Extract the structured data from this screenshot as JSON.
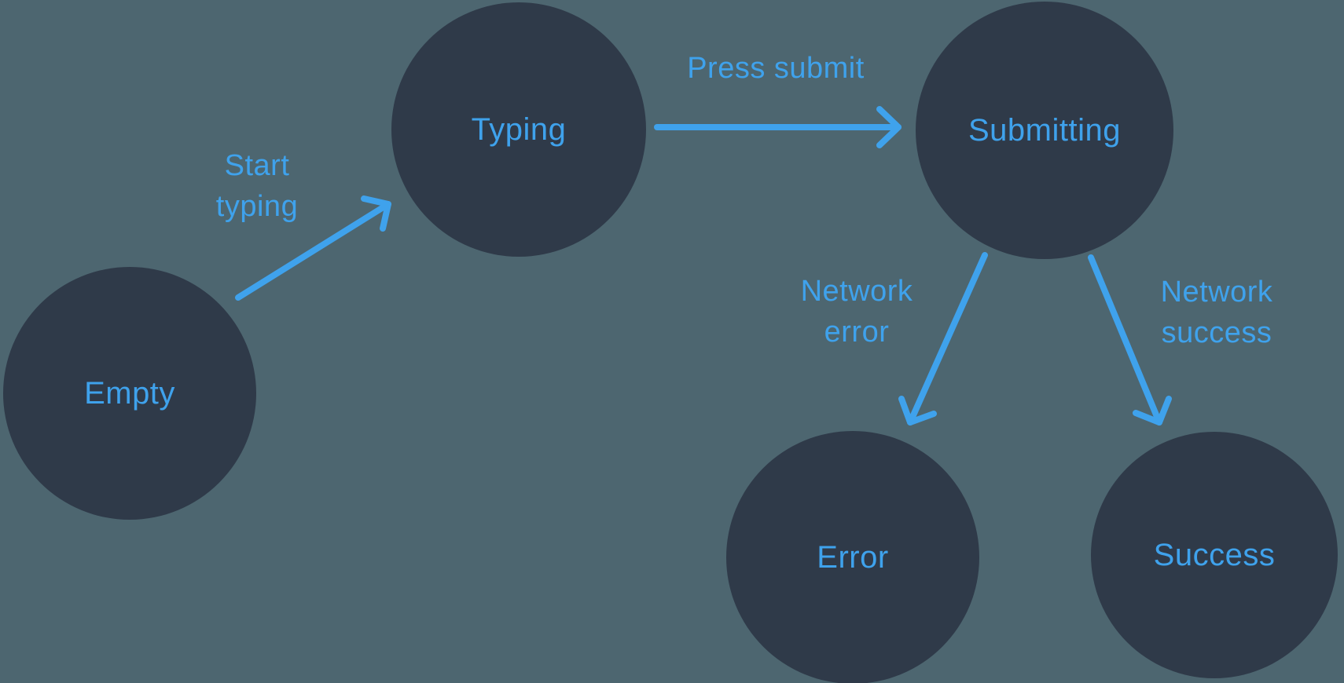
{
  "colors": {
    "background": "#4d6670",
    "state_fill": "#2f3a49",
    "accent": "#3fa2ec"
  },
  "states": [
    {
      "id": "empty",
      "label": "Empty"
    },
    {
      "id": "typing",
      "label": "Typing"
    },
    {
      "id": "submitting",
      "label": "Submitting"
    },
    {
      "id": "error",
      "label": "Error"
    },
    {
      "id": "success",
      "label": "Success"
    }
  ],
  "transitions": [
    {
      "id": "start-typing",
      "label": "Start typing",
      "display": "Start\ntyping",
      "from": "empty",
      "to": "typing"
    },
    {
      "id": "press-submit",
      "label": "Press submit",
      "display": "Press submit",
      "from": "typing",
      "to": "submitting"
    },
    {
      "id": "network-error",
      "label": "Network error",
      "display": "Network\nerror",
      "from": "submitting",
      "to": "error"
    },
    {
      "id": "network-success",
      "label": "Network success",
      "display": "Network\nsuccess",
      "from": "submitting",
      "to": "success"
    }
  ]
}
